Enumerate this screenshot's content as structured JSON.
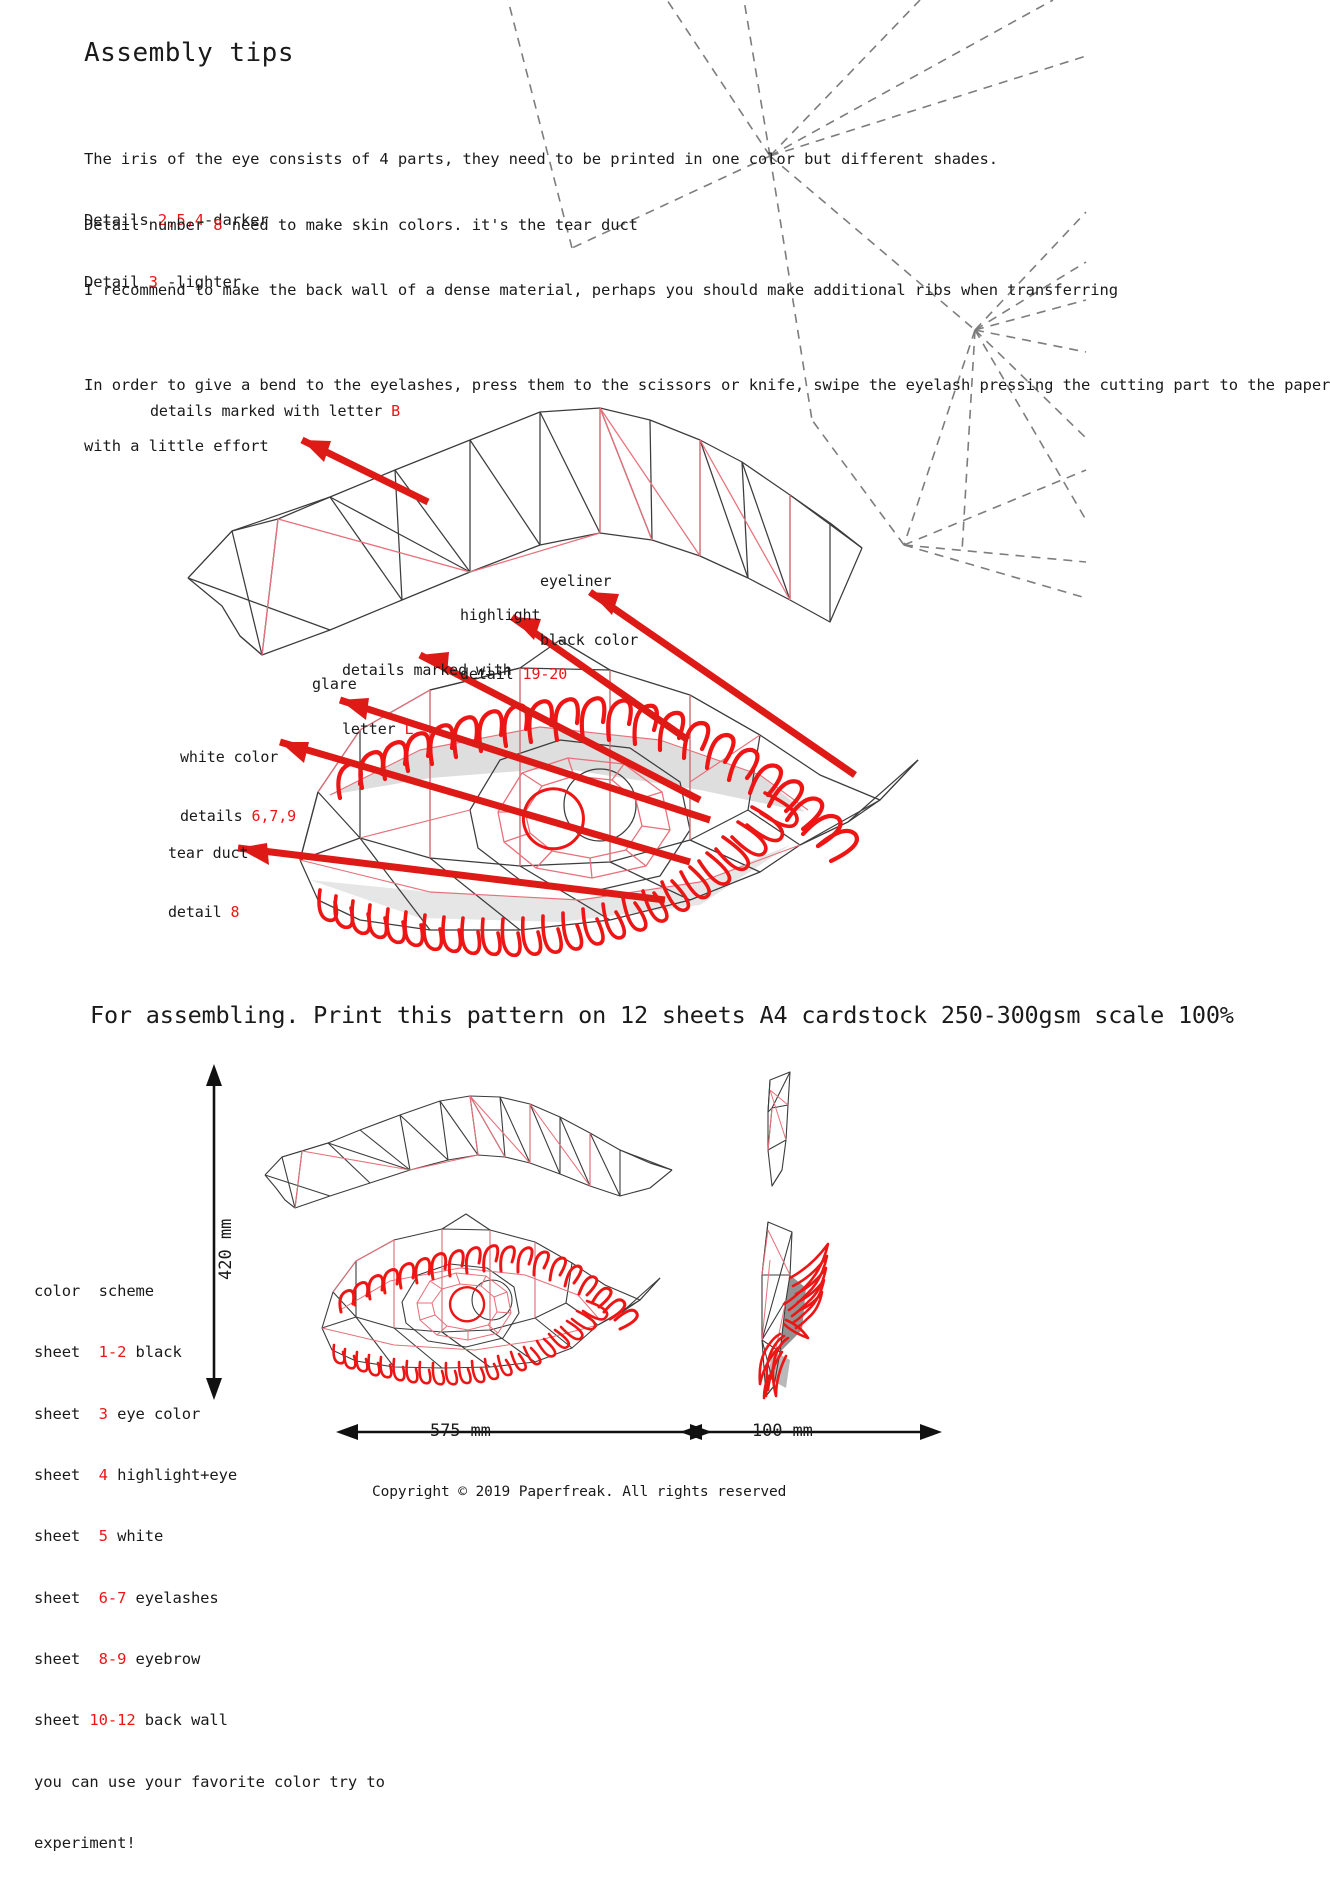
{
  "document": {
    "title": "Assembly tips",
    "intro": {
      "line1": "The iris of the eye consists of 4 parts, they need to be printed in one color but different shades.",
      "line2_pre": "Details ",
      "line2_nums": "2,5,4",
      "line2_post": "-darker",
      "line3_pre": "Detail ",
      "line3_nums": "3",
      "line3_post": " -lighter",
      "para2_pre": "Detail number ",
      "para2_num": "8",
      "para2_post": " need to make skin colors. it's the tear duct",
      "para3": "I recommend to make the back wall of a dense material, perhaps you should make additional ribs when transferring",
      "para4_line1": "In order to give a bend to the eyelashes, press them to the scissors or knife, swipe the eyelash pressing the cutting part to the paper",
      "para4_line2": "with a little effort"
    },
    "annotations": {
      "brow_letter_pre": "details marked with letter ",
      "brow_letter_red": "B",
      "eyeliner_line1": "eyeliner",
      "eyeliner_line2": "black color",
      "highlight_line1": "highlight",
      "highlight_line2_pre": "detail ",
      "highlight_line2_red": "19-20",
      "letterl_line1": "details marked with",
      "letterl_line2_pre": "letter ",
      "letterl_line2_red": "L",
      "glare": "glare",
      "white_line1": "white color",
      "white_line2_pre": "details ",
      "white_line2_red": "6,7,9",
      "tear_line1": "tear duct",
      "tear_line2_pre": "detail ",
      "tear_line2_red": "8"
    },
    "assembly_heading": "For assembling. Print this pattern on 12 sheets A4 cardstock 250-300gsm scale 100%",
    "dimensions": {
      "height": "420 mm",
      "width": "575 mm",
      "depth": "100 mm"
    },
    "color_scheme": {
      "heading": "color  scheme",
      "rows": [
        {
          "label": "sheet  ",
          "num": "1-2",
          "desc": " black"
        },
        {
          "label": "sheet  ",
          "num": "3",
          "desc": " eye color"
        },
        {
          "label": "sheet  ",
          "num": "4",
          "desc": " highlight+eye"
        },
        {
          "label": "sheet  ",
          "num": "5",
          "desc": " white"
        },
        {
          "label": "sheet  ",
          "num": "6-7",
          "desc": " eyelashes"
        },
        {
          "label": "sheet  ",
          "num": "8-9",
          "desc": " eyebrow"
        },
        {
          "label": "sheet ",
          "num": "10-12",
          "desc": " back wall"
        }
      ],
      "footer_line1": "you can use your favorite color try to",
      "footer_line2": "experiment!"
    },
    "copyright": "Copyright © 2019 Paperfreak. All rights reserved",
    "colors": {
      "red": "#ee1515",
      "soft_red": "#e8707a",
      "wire": "#3c3c3c",
      "dashed": "#7d7d7d",
      "shade": "#bfbfbf",
      "text": "#1a1a1a"
    }
  }
}
